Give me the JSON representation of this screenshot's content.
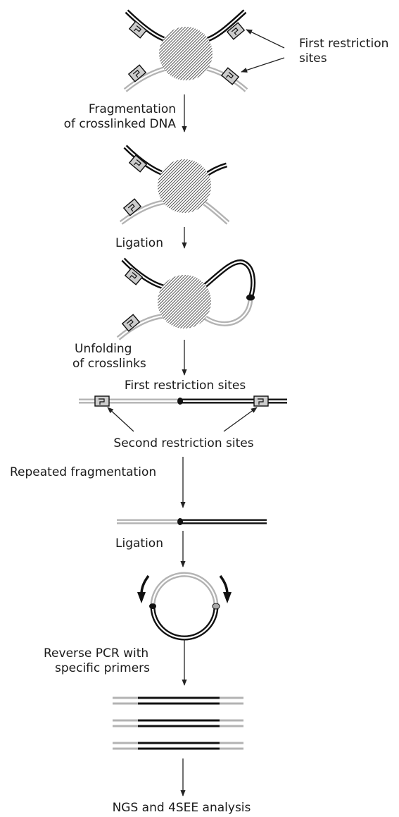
{
  "labels": {
    "first_sites_top_line1": "First restriction",
    "first_sites_top_line2": "sites",
    "fragmentation_line1": "Fragmentation",
    "fragmentation_line2": "of crosslinked DNA",
    "ligation_1": "Ligation",
    "unfolding_line1": "Unfolding",
    "unfolding_line2": "of crosslinks",
    "first_sites_linear": "First restriction sites",
    "second_sites": "Second restriction sites",
    "repeated_fragmentation": "Repeated fragmentation",
    "ligation_2": "Ligation",
    "reverse_pcr_line1": "Reverse PCR with",
    "reverse_pcr_line2": "specific primers",
    "ngs_analysis": "NGS and 4SEE analysis"
  },
  "colors": {
    "dna_dark": "#111111",
    "dna_light": "#b3b3b3",
    "site_fill": "#cccccc",
    "arrow": "#222222"
  }
}
